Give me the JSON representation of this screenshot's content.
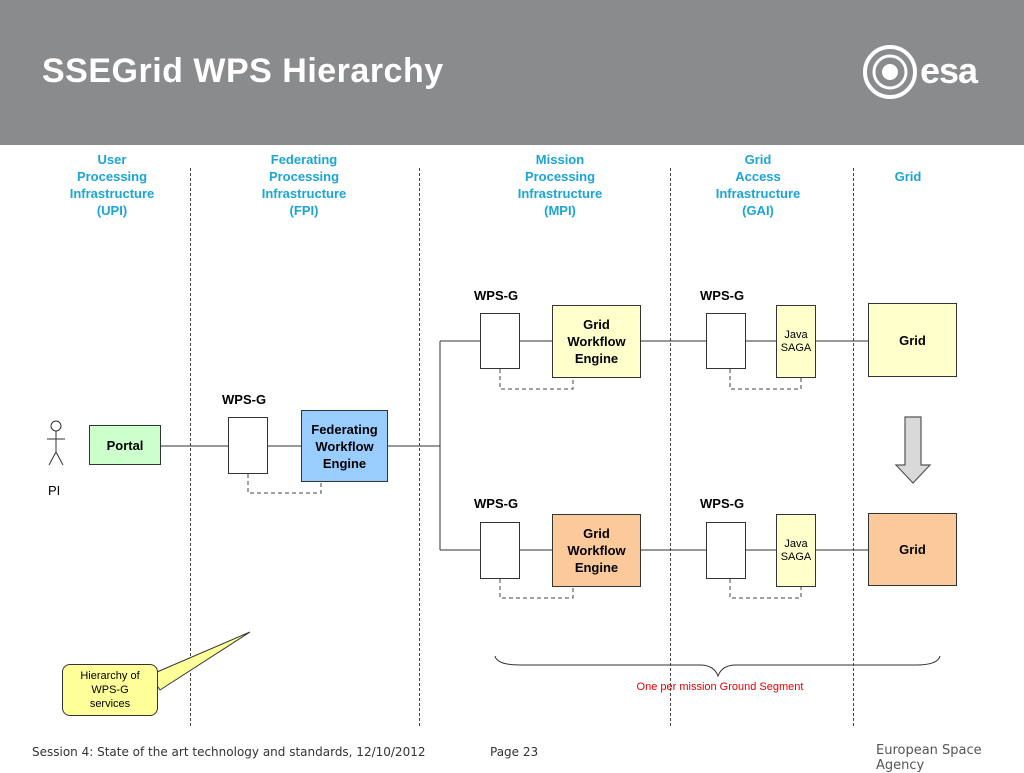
{
  "header": {
    "title": "SSEGrid WPS Hierarchy",
    "logo_text": "esa"
  },
  "columns": [
    {
      "label": "User\nProcessing\nInfrastructure\n(UPI)"
    },
    {
      "label": "Federating\nProcessing\nInfrastructure\n(FPI)"
    },
    {
      "label": "Mission\nProcessing\nInfrastructure\n(MPI)"
    },
    {
      "label": "Grid\nAccess\nInfrastructure\n(GAI)"
    },
    {
      "label": "Grid"
    }
  ],
  "actor": {
    "label": "PI"
  },
  "portal": {
    "label": "Portal"
  },
  "wps_label": "WPS-G",
  "federating_engine": {
    "label": "Federating\nWorkflow\nEngine"
  },
  "grid_engine": {
    "label": "Grid\nWorkflow\nEngine"
  },
  "java_saga": {
    "label": "Java\nSAGA"
  },
  "grid": {
    "label": "Grid"
  },
  "callout": {
    "text": "Hierarchy of\nWPS-G\nservices"
  },
  "mission_note": "One per mission Ground Segment",
  "footer": {
    "session": "Session 4: State of the art technology and standards, 12/10/2012",
    "page": "Page 23",
    "agency": "European Space Agency"
  },
  "colors": {
    "header_bg": "#8a8b8d",
    "column_heading": "#1aa5d6",
    "grid_engine_top": "#ffffcc",
    "grid_engine_bottom": "#fcc99a",
    "portal": "#ccffcc",
    "federating": "#99ccff",
    "note_red": "#e60000"
  }
}
